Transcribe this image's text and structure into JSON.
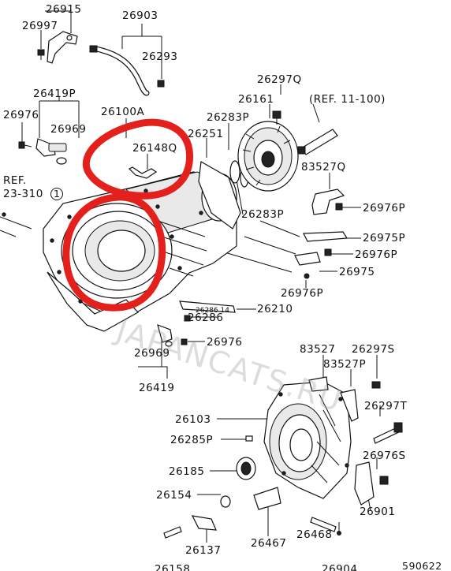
{
  "diagram": {
    "part_labels": [
      "26915",
      "26997",
      "26903",
      "26293",
      "26419P",
      "26976",
      "26969",
      "26100A",
      "26148Q",
      "26251",
      "26297Q",
      "26161",
      "(REF. 11-100)",
      "26283P",
      "83527Q",
      "REF.",
      "23-310",
      "26976P",
      "26283P",
      "26975P",
      "26976P",
      "26975",
      "26976P",
      "26286",
      "26210",
      "26969",
      "26976",
      "26419",
      "83527",
      "26297S",
      "83527P",
      "26297T",
      "26103",
      "26285P",
      "26185",
      "26976S",
      "26154",
      "26901",
      "26467",
      "26468",
      "26137",
      "26158",
      "26904"
    ],
    "circled_ref": "1",
    "watermark": "JAPANCATS.RU",
    "drawing_code": "590622",
    "small_code": "26286 14"
  }
}
